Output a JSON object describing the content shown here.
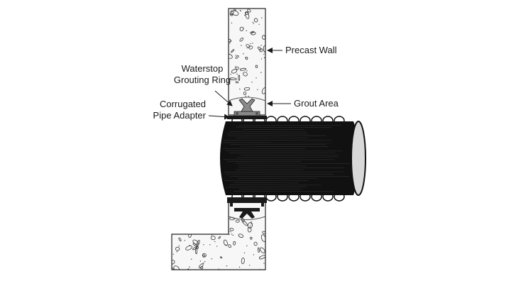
{
  "diagram": {
    "labels": {
      "precast_wall": "Precast Wall",
      "waterstop_line1": "Waterstop",
      "waterstop_line2": "Grouting Ring",
      "grout_area": "Grout Area",
      "adapter_line1": "Corrugated",
      "adapter_line2": "Pipe Adapter"
    },
    "colors": {
      "pipe": "#111111",
      "pipe_highlight": "#3a3a3a",
      "pipe_end": "#d8d8d8",
      "concrete_fill": "#f7f7f7",
      "outline": "#222222",
      "ring": "#8a8a8a",
      "adapter": "#1a1a1a"
    },
    "icons": [
      "arrow-icon"
    ]
  }
}
